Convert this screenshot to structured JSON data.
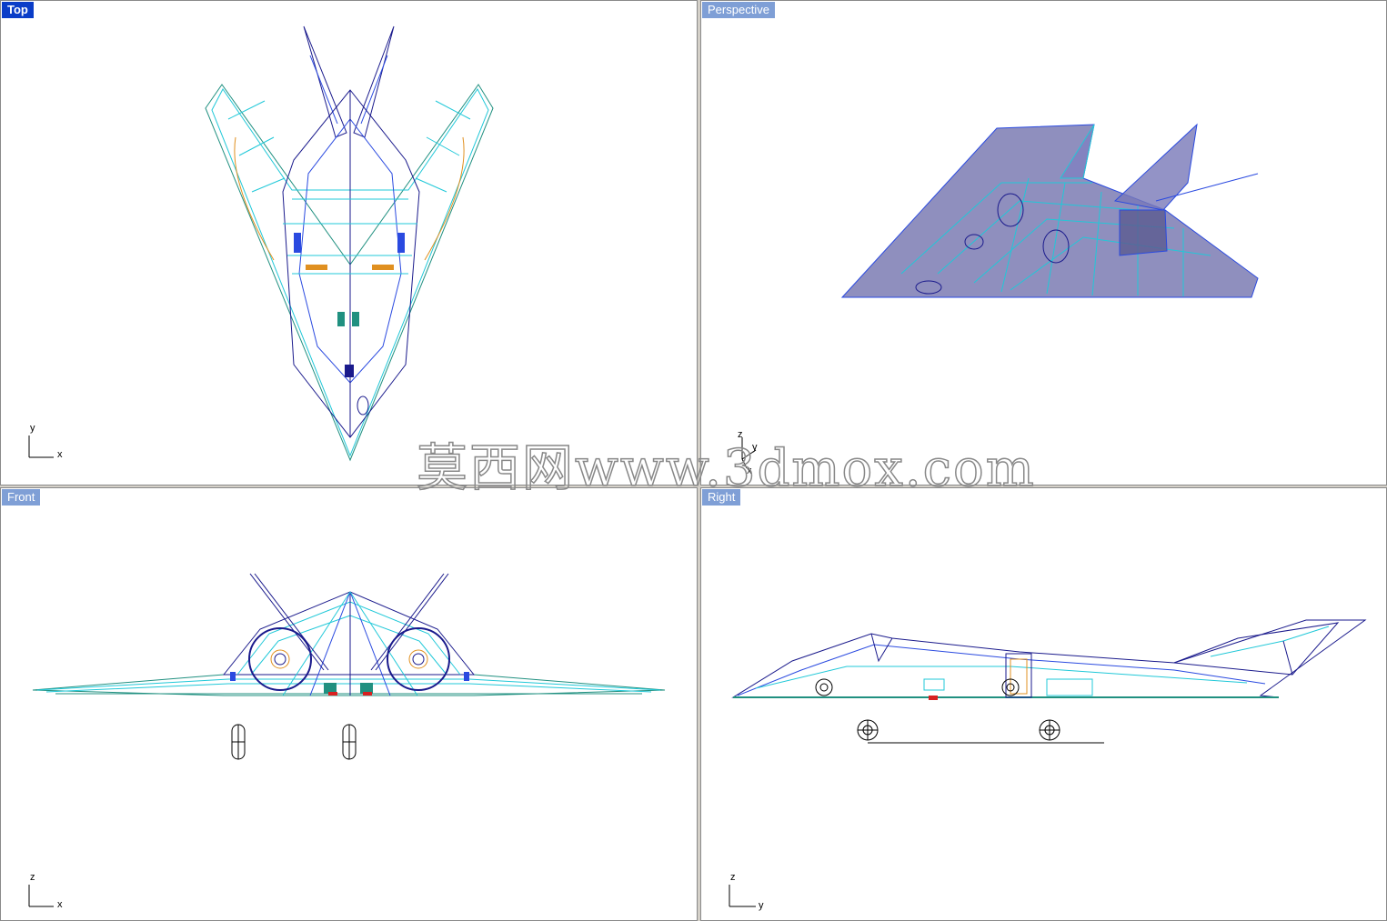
{
  "viewports": {
    "top": {
      "label": "Top",
      "axis_h": "x",
      "axis_v": "y"
    },
    "perspective": {
      "label": "Perspective",
      "axis_h": "x",
      "axis_v": "z",
      "axis_d": "y"
    },
    "front": {
      "label": "Front",
      "axis_h": "x",
      "axis_v": "z"
    },
    "right": {
      "label": "Right",
      "axis_h": "y",
      "axis_v": "z"
    }
  },
  "watermark": "莫西网www.3dmox.com",
  "colors": {
    "active_label_bg": "#0a3dc8",
    "inactive_label_bg": "#7f9fd6",
    "wire_dark": "#1a1a8c",
    "wire_blue": "#2a4ae0",
    "wire_cyan": "#20c8d8",
    "wire_teal": "#209080",
    "wire_orange": "#e09020",
    "fill_hull": "#6a6aa8"
  },
  "icons": {
    "axis_gizmo": "axis-gizmo-icon"
  }
}
